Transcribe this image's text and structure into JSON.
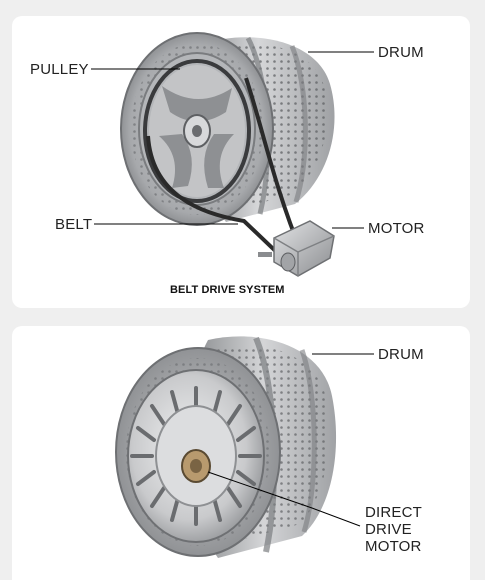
{
  "diagrams": [
    {
      "caption": "BELT DRIVE SYSTEM",
      "labels": {
        "pulley": "PULLEY",
        "drum": "DRUM",
        "belt": "BELT",
        "motor": "MOTOR"
      }
    },
    {
      "labels": {
        "drum": "DRUM",
        "motor_lines": [
          "DIRECT",
          "DRIVE",
          "MOTOR"
        ]
      }
    }
  ],
  "colors": {
    "background": "#efefef",
    "panel": "#ffffff",
    "metal_light": "#d9dadc",
    "metal_mid": "#a9abae",
    "metal_dark": "#6e7073",
    "belt": "#2a2a2a",
    "leader_line": "#000000"
  }
}
